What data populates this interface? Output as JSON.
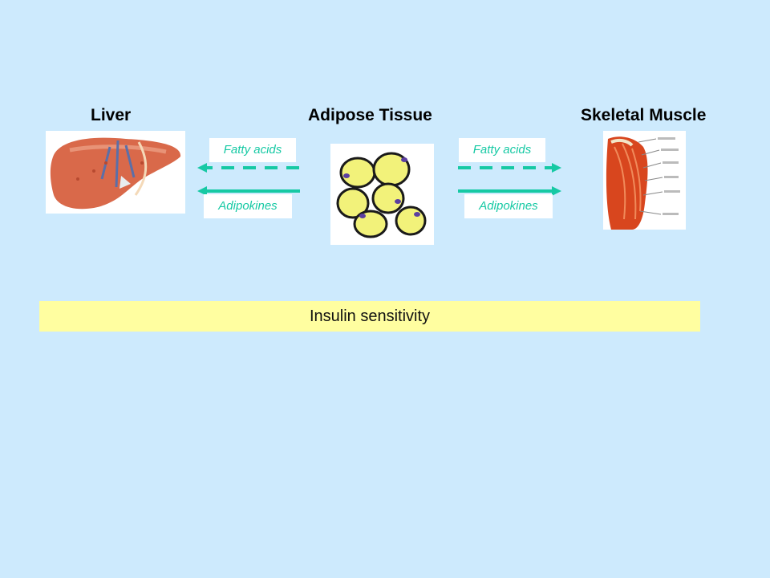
{
  "titles": {
    "liver": "Liver",
    "adipose": "Adipose Tissue",
    "muscle": "Skeletal Muscle"
  },
  "flows": {
    "left_fatty": "Fatty acids",
    "left_adipokines": "Adipokines",
    "right_fatty": "Fatty acids",
    "right_adipokines": "Adipokines"
  },
  "bar": {
    "label": "Insulin sensitivity"
  },
  "colors": {
    "background": "#cdeafd",
    "arrow": "#16c9a4",
    "bar": "#fffea0",
    "fat_cell": "#f2f27a",
    "liver": "#d9694a",
    "muscle": "#d8461e"
  },
  "icons": {
    "liver": "liver-illustration",
    "adipose": "fat-cells-illustration",
    "muscle": "shoulder-muscle-illustration"
  }
}
